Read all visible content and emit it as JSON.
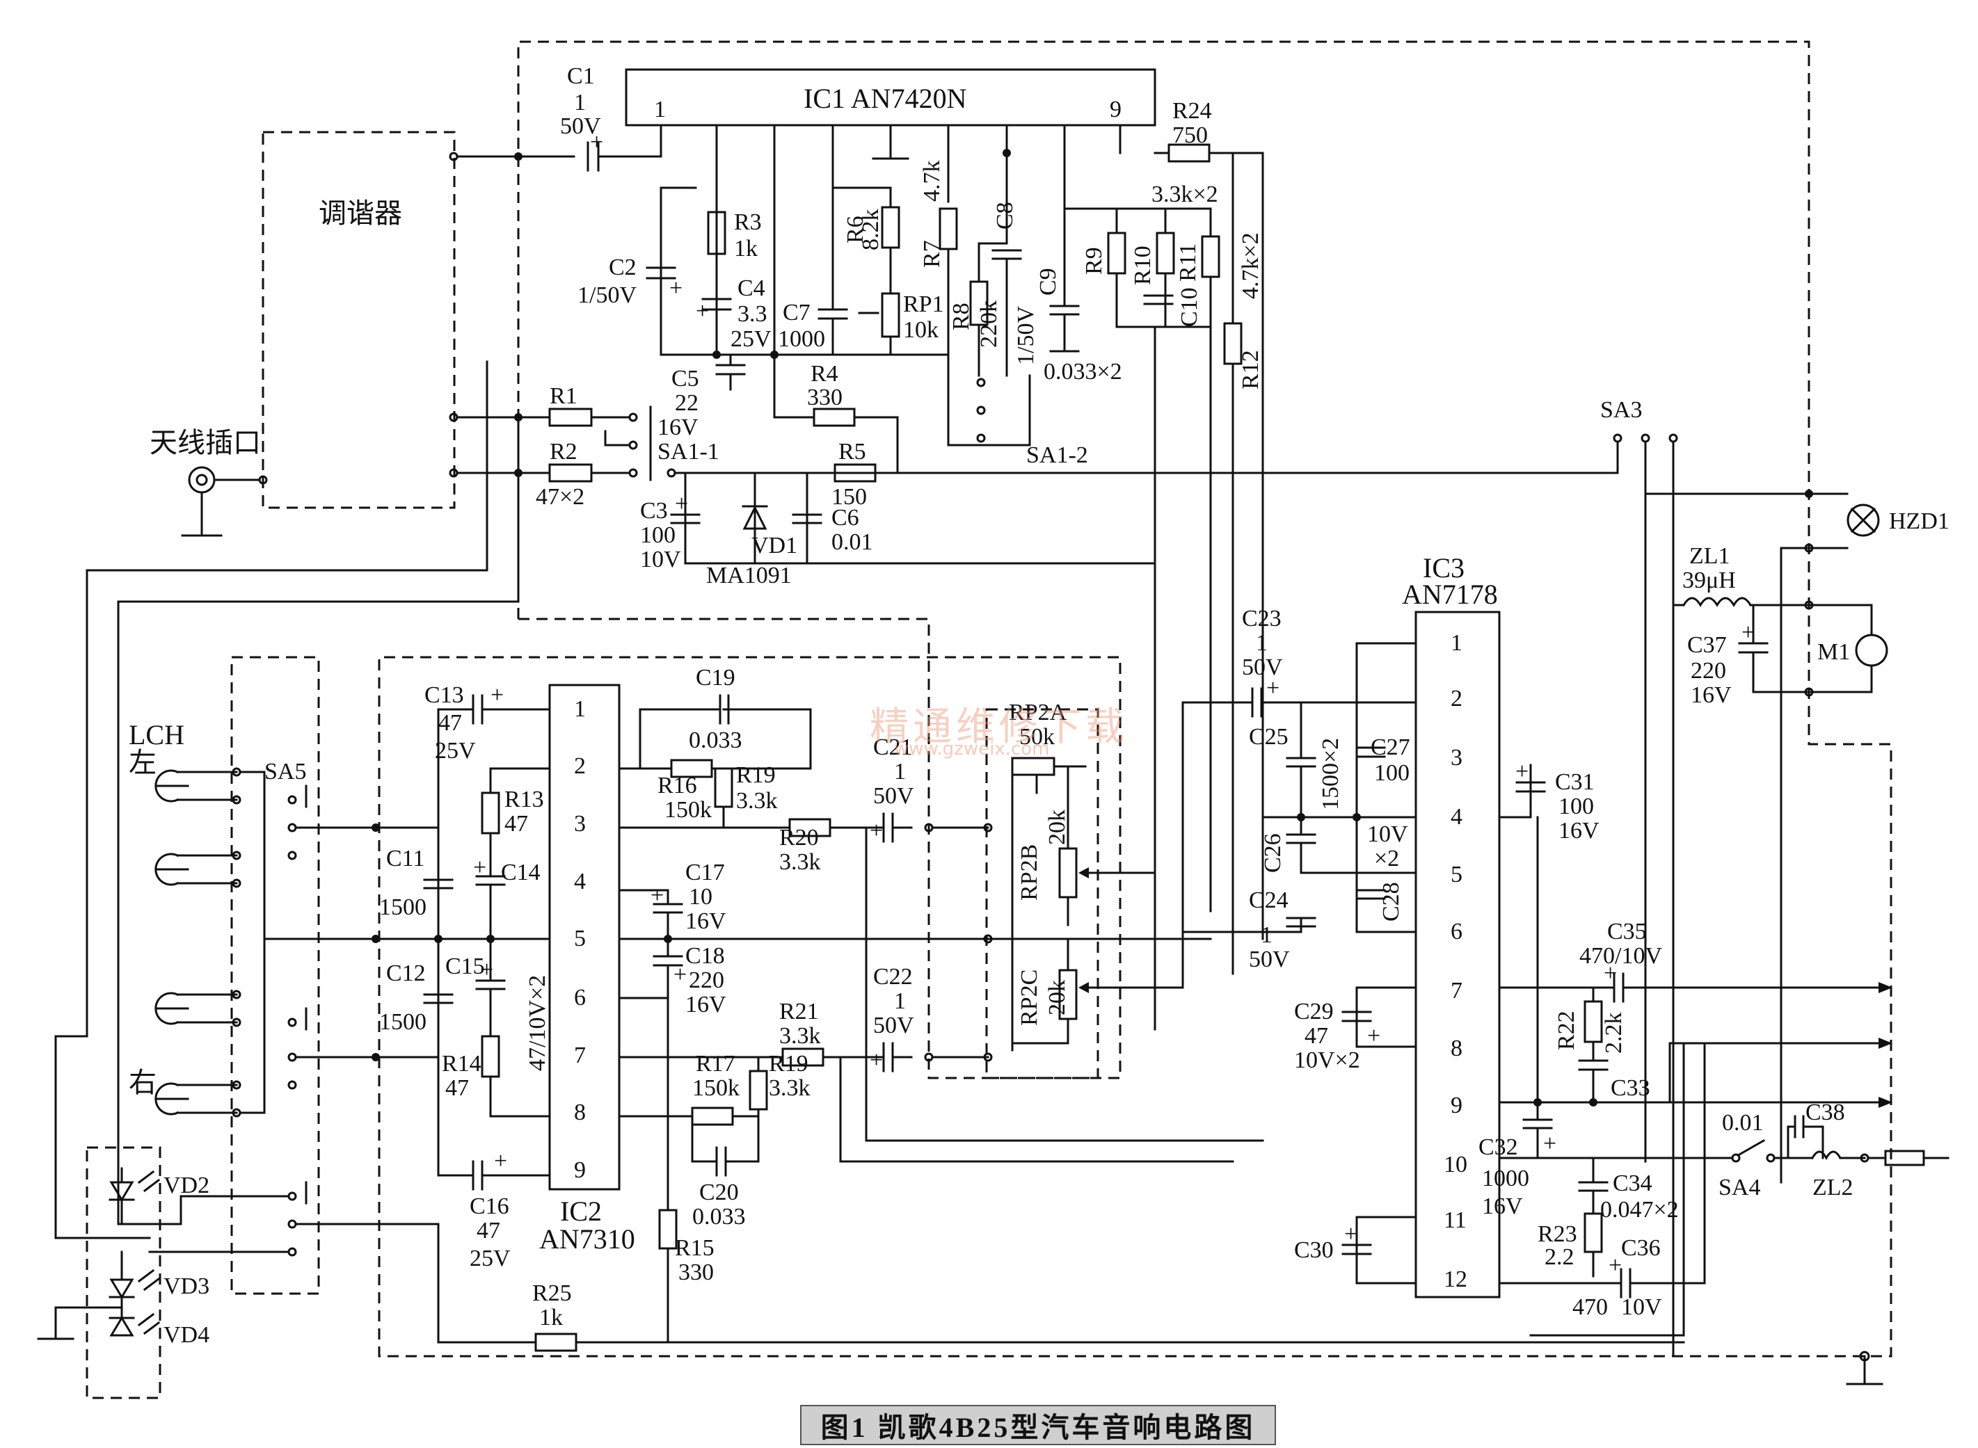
{
  "title": "图1 凯歌4B25型汽车音响电路图",
  "watermark": {
    "line1": "精通维修下载",
    "line2": "www.gzweix.com"
  },
  "blocks": {
    "tuner": "调谐器",
    "antenna": "天线插口",
    "lch": "LCH",
    "left": "左",
    "right": "右"
  },
  "ics": {
    "ic1": {
      "name": "IC1 AN7420N",
      "pin_first": "1",
      "pin_last": "9"
    },
    "ic2": {
      "ref": "IC2",
      "part": "AN7310",
      "pins": [
        "1",
        "2",
        "3",
        "4",
        "5",
        "6",
        "7",
        "8",
        "9"
      ]
    },
    "ic3": {
      "ref": "IC3",
      "part": "AN7178",
      "pins": [
        "1",
        "2",
        "3",
        "4",
        "5",
        "6",
        "7",
        "8",
        "9",
        "10",
        "11",
        "12"
      ]
    }
  },
  "labels": {
    "c1": [
      "C1",
      "1",
      "50V"
    ],
    "c2": [
      "C2",
      "1/50V"
    ],
    "r3": [
      "R3",
      "1k"
    ],
    "c4": [
      "C4",
      "3.3",
      "25V"
    ],
    "r6": [
      "R6",
      "8.2k"
    ],
    "r7": [
      "R7",
      "4.7k"
    ],
    "c7": [
      "C7",
      "1000"
    ],
    "rp1": [
      "RP1",
      "10k"
    ],
    "r8": [
      "R8",
      "220k"
    ],
    "c8": [
      "C8",
      "1/50V"
    ],
    "c9": "C9",
    "c9v": "0.033×2",
    "r9": "R9",
    "r10": "R10",
    "r11": "R11",
    "c10": "C10",
    "r24": [
      "R24",
      "750"
    ],
    "r9r11": "3.3k×2",
    "r12": [
      "R12",
      "4.7k×2"
    ],
    "c5": [
      "C5",
      "22",
      "16V"
    ],
    "r4": [
      "R4",
      "330"
    ],
    "r1": "R1",
    "r2": [
      "R2",
      "47×2"
    ],
    "sa1_1": "SA1-1",
    "sa1_2": "SA1-2",
    "r5": [
      "R5",
      "150"
    ],
    "c3": [
      "C3",
      "100",
      "10V"
    ],
    "vd1": [
      "VD1",
      "MA1091"
    ],
    "c6": [
      "C6",
      "0.01"
    ],
    "sa3": "SA3",
    "hzd1": "HZD1",
    "zl1": [
      "ZL1",
      "39μH"
    ],
    "c37": [
      "C37",
      "220",
      "16V"
    ],
    "m1": "M1",
    "c23": [
      "C23",
      "1",
      "50V"
    ],
    "c25": "C25",
    "c25v": "1500×2",
    "c27": [
      "C27",
      "100"
    ],
    "c26": "C26",
    "c2628": [
      "10V",
      "×2"
    ],
    "c28": "C28",
    "c24": [
      "C24",
      "1",
      "50V"
    ],
    "c29": [
      "C29",
      "47",
      "10V×2"
    ],
    "c31": [
      "C31",
      "100",
      "16V"
    ],
    "c35": [
      "C35",
      "470/10V"
    ],
    "r22": [
      "R22",
      "2.2k"
    ],
    "c33": "C33",
    "c32": [
      "C32",
      "1000",
      "16V"
    ],
    "c34": [
      "C34",
      "0.047×2"
    ],
    "r23": [
      "R23",
      "2.2"
    ],
    "c36": [
      "C36",
      "470",
      "10V"
    ],
    "c30": "C30",
    "sa4": "SA4",
    "c38": [
      "C38",
      "0.01"
    ],
    "zl2": "ZL2",
    "c13": [
      "C13",
      "47",
      "25V"
    ],
    "r13": [
      "R13",
      "47"
    ],
    "c14": "C14",
    "c11": [
      "C11",
      "1500"
    ],
    "c12": [
      "C12",
      "1500"
    ],
    "c15": "C15",
    "c1415": "47/10V×2",
    "r14": [
      "R14",
      "47"
    ],
    "c16": [
      "C16",
      "47",
      "25V"
    ],
    "c19": [
      "C19",
      "0.033"
    ],
    "r16": [
      "R16",
      "150k"
    ],
    "r19a": [
      "R19",
      "3.3k"
    ],
    "r20": [
      "R20",
      "3.3k"
    ],
    "c17": [
      "C17",
      "10",
      "16V"
    ],
    "c18": [
      "C18",
      "220",
      "16V"
    ],
    "r21": [
      "R21",
      "3.3k"
    ],
    "r17": [
      "R17",
      "150k"
    ],
    "r19b": [
      "R19",
      "3.3k"
    ],
    "c20": [
      "C20",
      "0.033"
    ],
    "r15": [
      "R15",
      "330"
    ],
    "c21": [
      "C21",
      "1",
      "50V"
    ],
    "c22": [
      "C22",
      "1",
      "50V"
    ],
    "rp2a": [
      "RP2A",
      "50k"
    ],
    "rp2b": [
      "RP2B",
      "20k"
    ],
    "rp2c": [
      "RP2C",
      "20k"
    ],
    "sa5": "SA5",
    "vd2": "VD2",
    "vd3": "VD3",
    "vd4": "VD4",
    "r25": [
      "R25",
      "1k"
    ]
  }
}
